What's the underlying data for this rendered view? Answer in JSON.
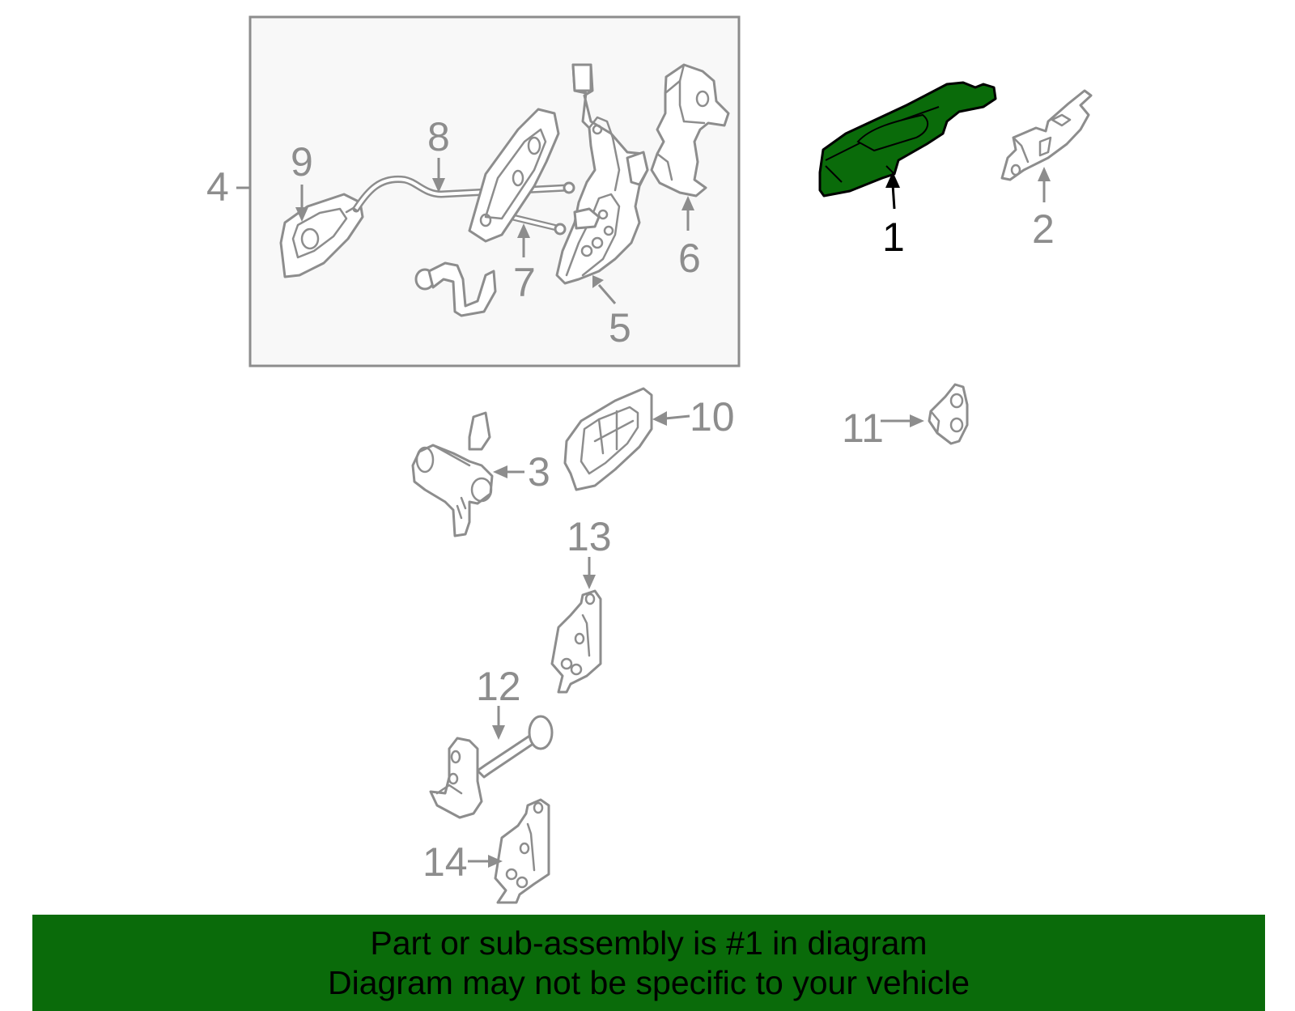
{
  "diagram": {
    "highlight_color": "#0a6b0a",
    "line_color": "#8d8d8d",
    "callouts": {
      "c1": "1",
      "c2": "2",
      "c3": "3",
      "c4": "4",
      "c5": "5",
      "c6": "6",
      "c7": "7",
      "c8": "8",
      "c9": "9",
      "c10": "10",
      "c11": "11",
      "c12": "12",
      "c13": "13",
      "c14": "14"
    }
  },
  "footer": {
    "line1": "Part or sub-assembly is #1 in diagram",
    "line2": "Diagram may not be specific to your vehicle",
    "background": "#0a6b0a"
  }
}
